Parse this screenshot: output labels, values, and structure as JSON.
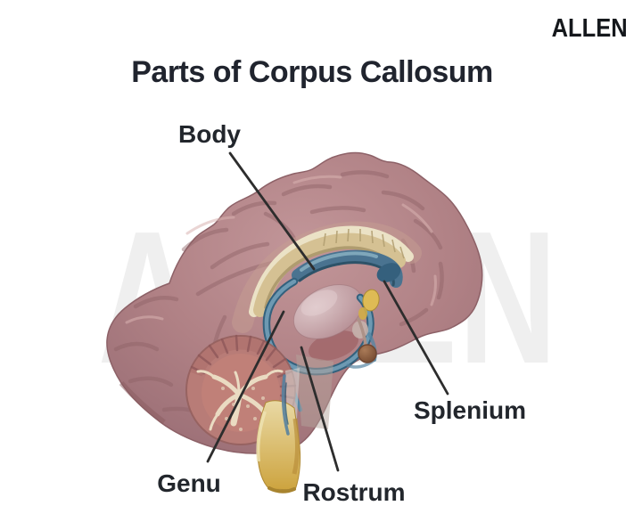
{
  "title": "Parts of Corpus Callosum",
  "brand": {
    "logo_text": "ALLEN",
    "watermark_text": "ALLEN"
  },
  "diagram": {
    "subject": "mid-sagittal section of human brain",
    "labels": [
      {
        "id": "body",
        "text": "Body"
      },
      {
        "id": "genu",
        "text": "Genu"
      },
      {
        "id": "rostrum",
        "text": "Rostrum"
      },
      {
        "id": "splenium",
        "text": "Splenium"
      }
    ],
    "colors": {
      "background": "#ffffff",
      "title_text": "#20242e",
      "label_text": "#22262c",
      "leader_line": "#2d2d2d",
      "watermark": "#efefef",
      "cerebrum": "#b08185",
      "sulci": "#8f6166",
      "corpus_callosum_cream": "#d5c193",
      "fornix_blue": "#5886a3",
      "ventricle_blue_dark": "#35607d",
      "thalamus_pink": "#c4a0a6",
      "cerebellum": "#bd7f7a",
      "arbor_vitae_cream": "#eadbc2",
      "brainstem_yellow": "#d2a945",
      "pineal_yellow": "#debb55",
      "pituitary_brown": "#8a5c41"
    }
  }
}
